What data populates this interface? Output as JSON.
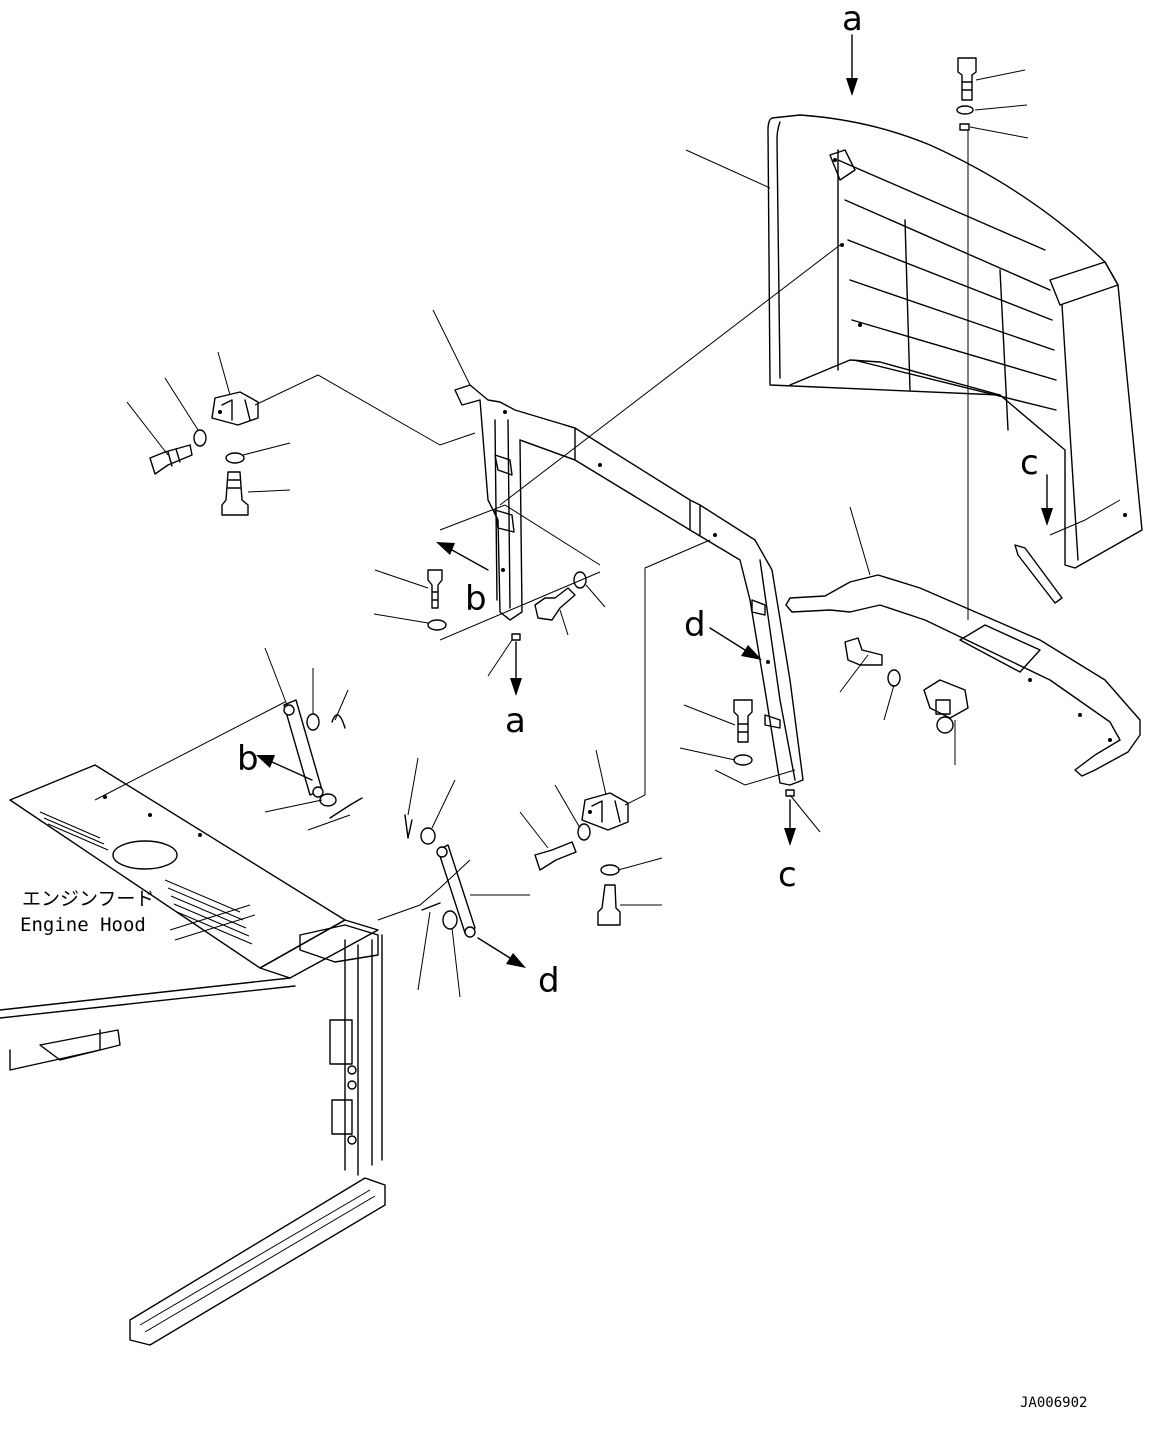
{
  "labels": {
    "hood_jp": "エンジンフード",
    "hood_en": "Engine Hood",
    "ref_a": "a",
    "ref_b": "b",
    "ref_c": "c",
    "ref_d": "d",
    "drawing_code": "JA006902"
  }
}
